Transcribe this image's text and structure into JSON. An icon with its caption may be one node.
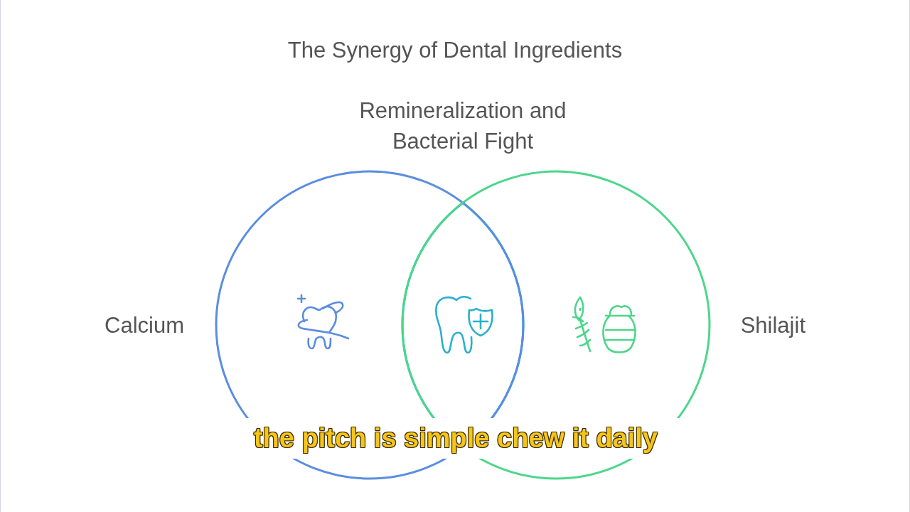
{
  "diagram": {
    "title": "The Synergy of Dental Ingredients",
    "nodes": [
      {
        "text": [
          "Calcium"
        ]
      },
      {
        "text": [
          "Shilajit"
        ]
      }
    ],
    "labels": [
      "Remineralization and Bacterial Fight"
    ],
    "caption": "the pitch is simple chew it daily"
  }
}
